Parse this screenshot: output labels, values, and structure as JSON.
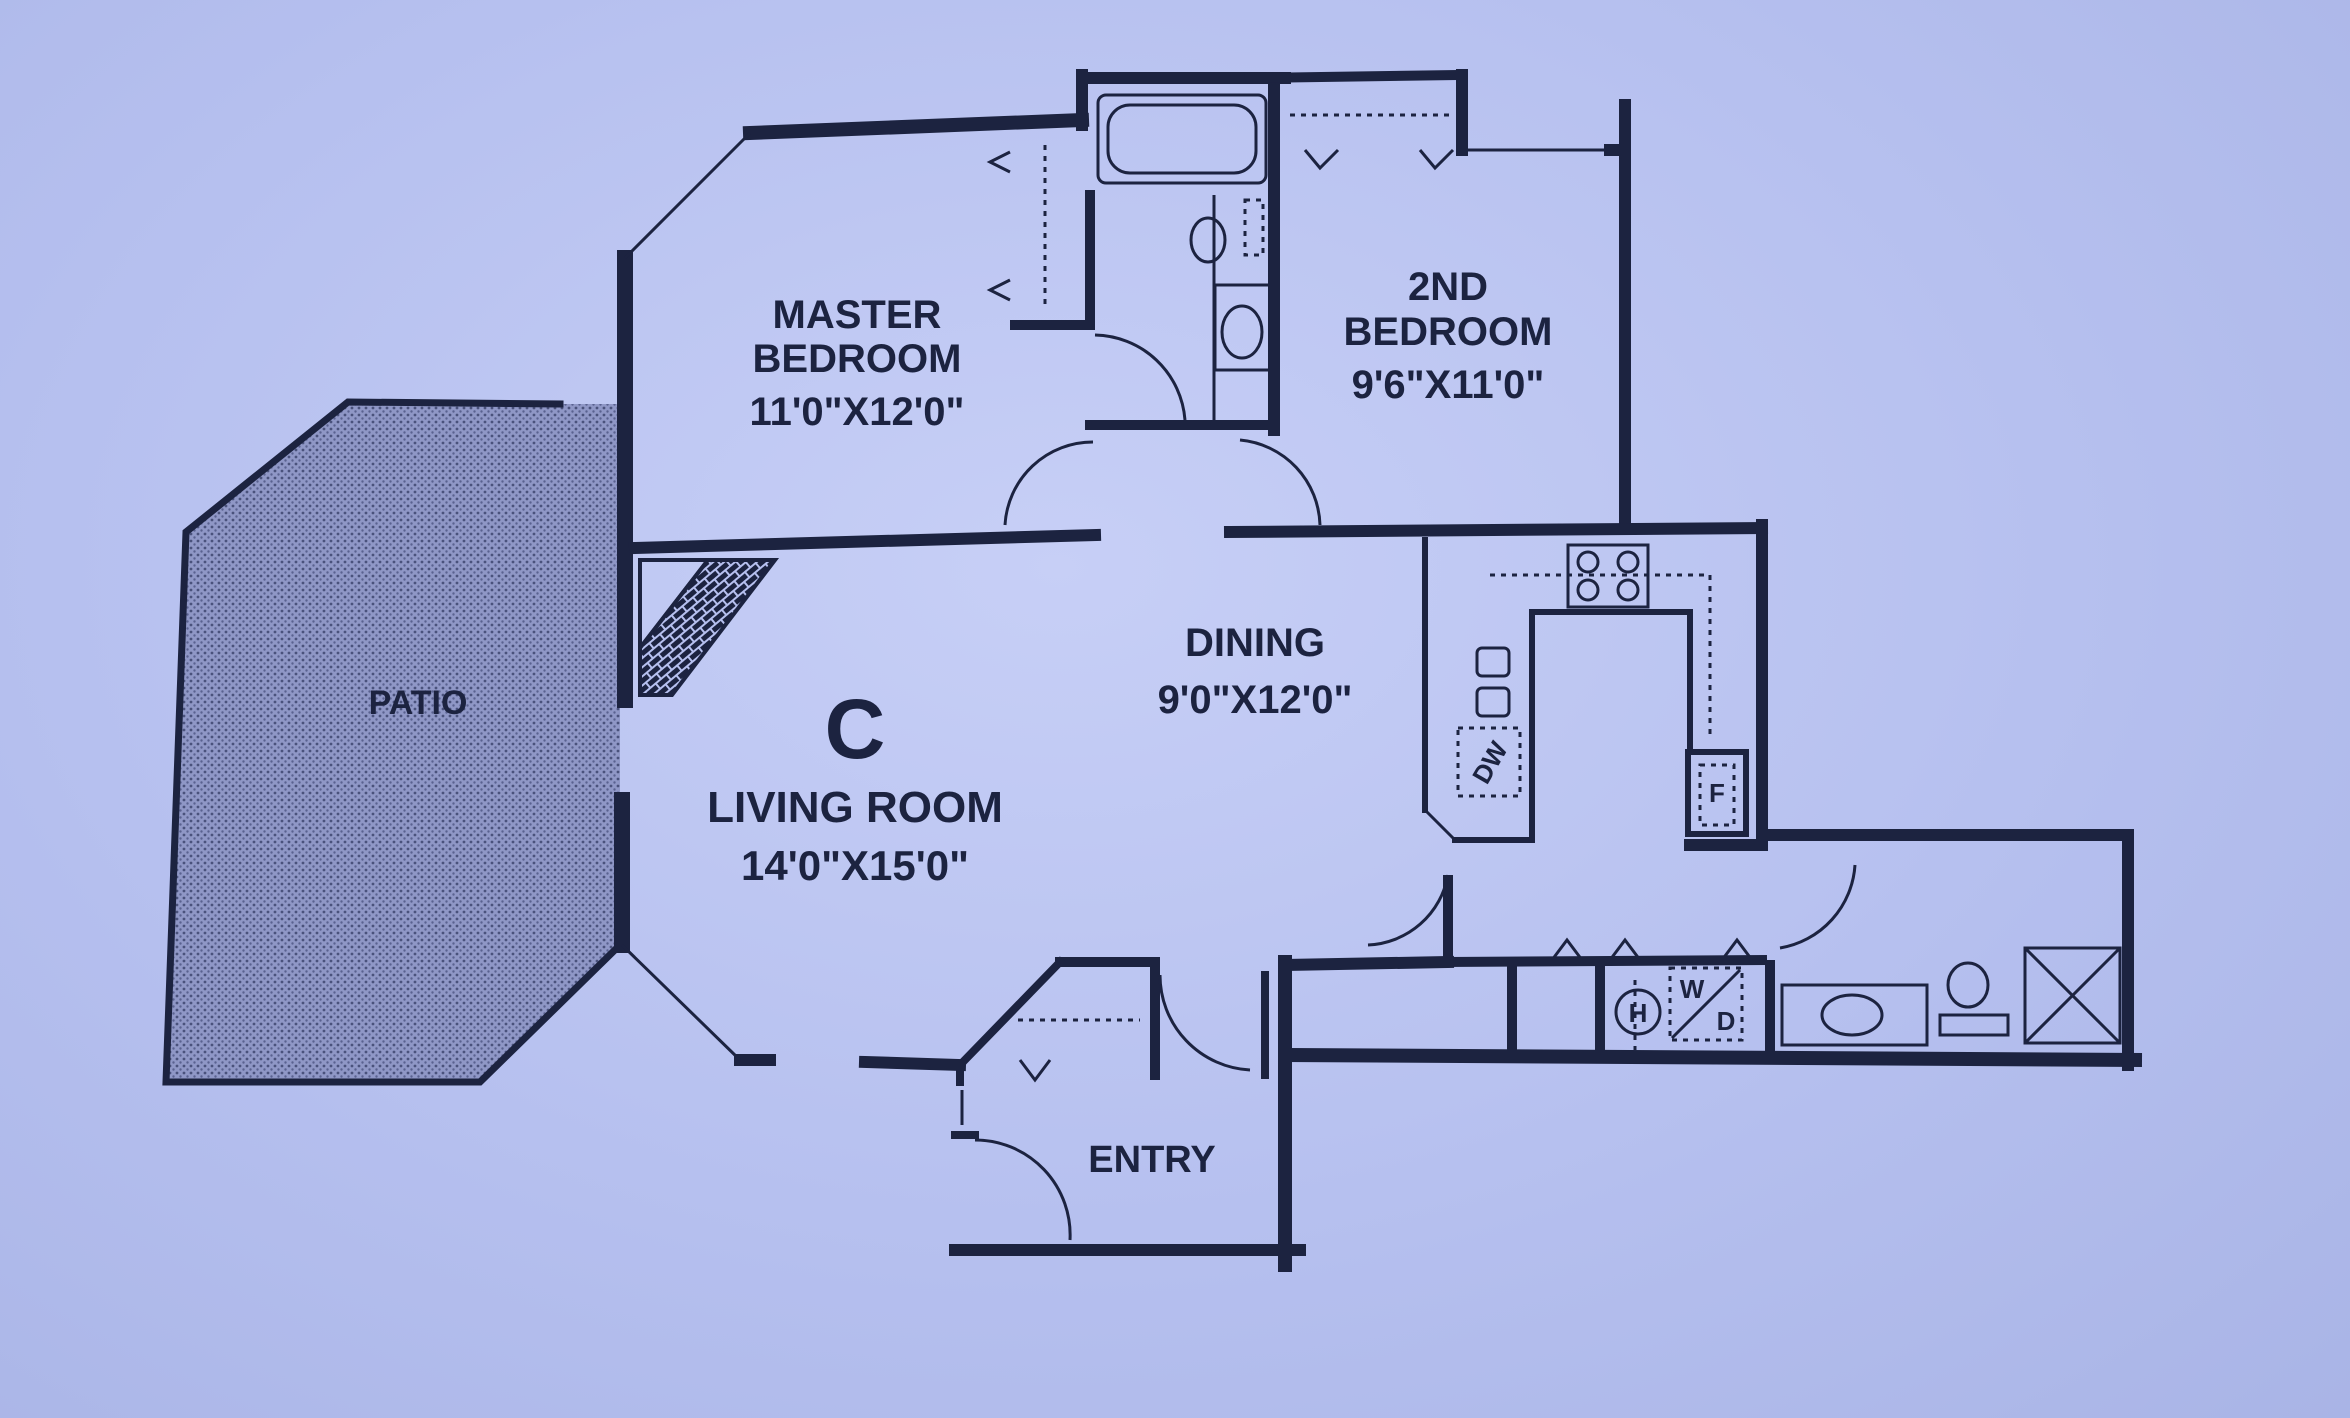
{
  "unit_letter": "C",
  "rooms": {
    "master_bedroom": {
      "name_line1": "MASTER",
      "name_line2": "BEDROOM",
      "dims": "11'0\"X12'0\""
    },
    "second_bedroom": {
      "name_line1": "2ND",
      "name_line2": "BEDROOM",
      "dims": "9'6\"X11'0\""
    },
    "dining": {
      "name": "DINING",
      "dims": "9'0\"X12'0\""
    },
    "living_room": {
      "name": "LIVING ROOM",
      "dims": "14'0\"X15'0\""
    },
    "patio": {
      "name": "PATIO"
    },
    "entry": {
      "name": "ENTRY"
    }
  },
  "fixtures": {
    "dishwasher": "DW",
    "fridge": "F",
    "heater": "H",
    "washer": "W",
    "dryer": "D"
  },
  "colors": {
    "ink": "#1c2340",
    "paper": "#b6c0ef"
  }
}
